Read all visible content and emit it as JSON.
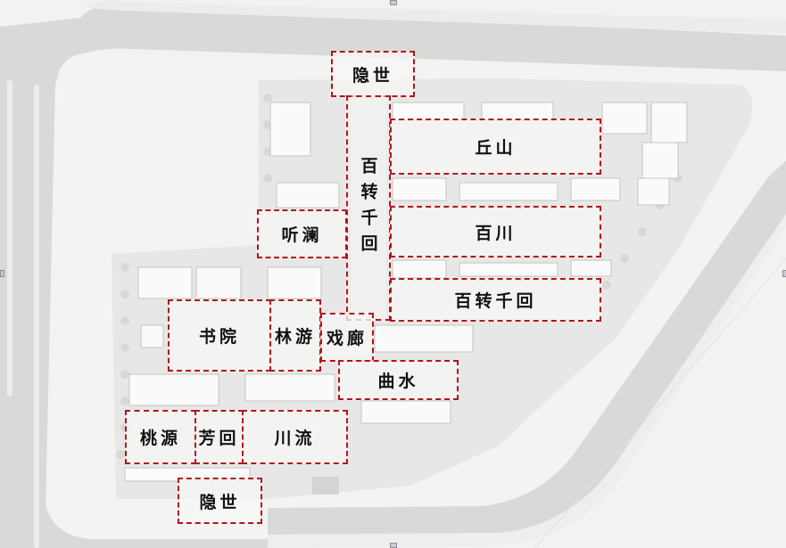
{
  "map": {
    "type": "residential site plan",
    "colors": {
      "background": "#f2f2f1",
      "road": "#d9d9d7",
      "road_edge": "#ececeb",
      "site_fill": "#e9e9e8",
      "zone_border": "#b3141c",
      "label_text": "#111111"
    },
    "zones": [
      {
        "id": "yinshi-north",
        "label": "隐世"
      },
      {
        "id": "baizhuan-qianhui-axis",
        "label": "百转千回"
      },
      {
        "id": "qiushan",
        "label": "丘山"
      },
      {
        "id": "tinglan",
        "label": "听澜"
      },
      {
        "id": "baichuan",
        "label": "百川"
      },
      {
        "id": "baizhuan-qianhui-east",
        "label": "百转千回"
      },
      {
        "id": "shuyuan",
        "label": "书院"
      },
      {
        "id": "linyou",
        "label": "林游"
      },
      {
        "id": "xilang",
        "label": "戏廊"
      },
      {
        "id": "qushui",
        "label": "曲水"
      },
      {
        "id": "taoyuan",
        "label": "桃源"
      },
      {
        "id": "fanghui",
        "label": "芳回"
      },
      {
        "id": "chuanliu",
        "label": "川流"
      },
      {
        "id": "yinshi-south",
        "label": "隐世"
      }
    ]
  }
}
